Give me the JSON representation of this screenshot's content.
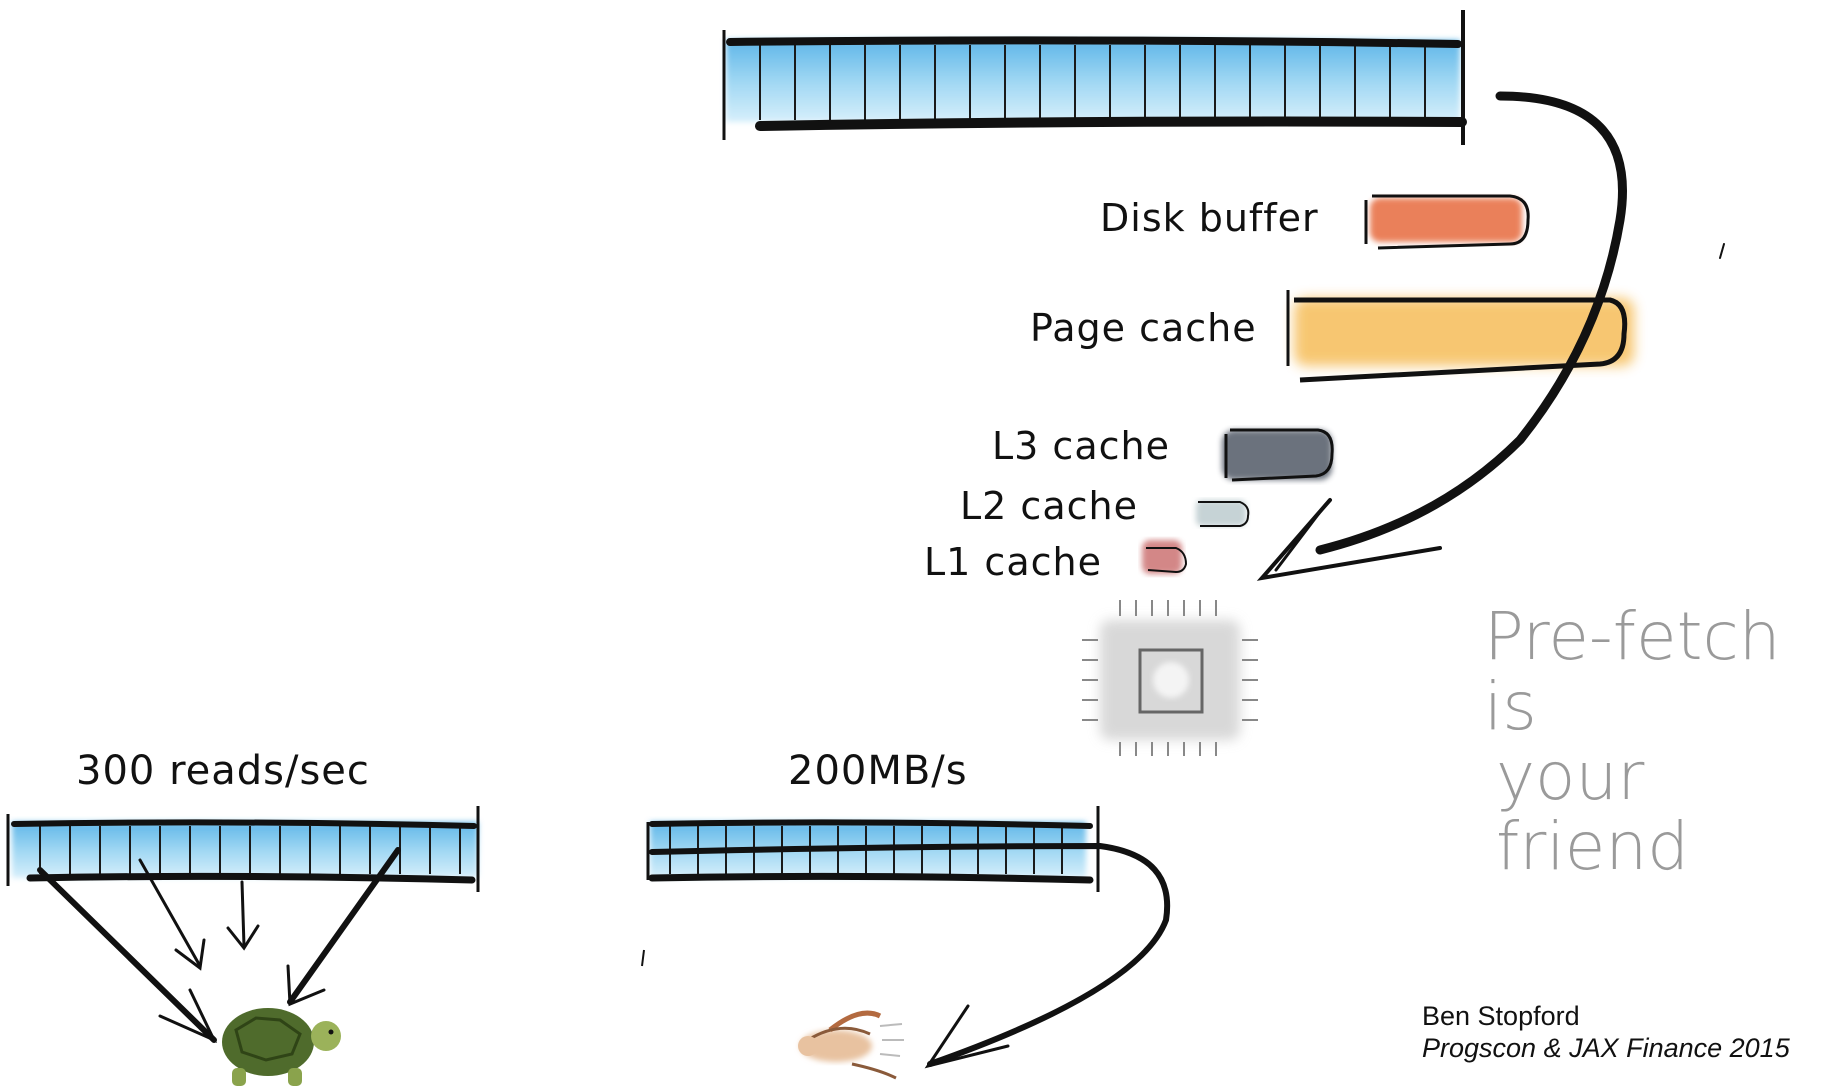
{
  "cache_hierarchy": {
    "disk_buffer": "Disk buffer",
    "page_cache": "Page cache",
    "l3": "L3 cache",
    "l2": "L2 cache",
    "l1": "L1 cache"
  },
  "prefetch": {
    "line1": "Pre-fetch is",
    "line2": "your friend"
  },
  "random_access": {
    "label": "300 reads/sec"
  },
  "sequential_access": {
    "label": "200MB/s"
  },
  "credit": {
    "author": "Ben Stopford",
    "event": "Progscon & JAX Finance 2015"
  },
  "colors": {
    "disk_blue": "#8fd0f0",
    "disk_buffer": "#e8734a",
    "page_cache": "#f7c46a",
    "l3": "#5b6470",
    "l2": "#c6d3d6",
    "l1": "#c96a6a",
    "prefetch_text": "#9a9a9a"
  },
  "icons": [
    "cpu-chip-icon",
    "turtle-icon",
    "rabbit-icon"
  ]
}
